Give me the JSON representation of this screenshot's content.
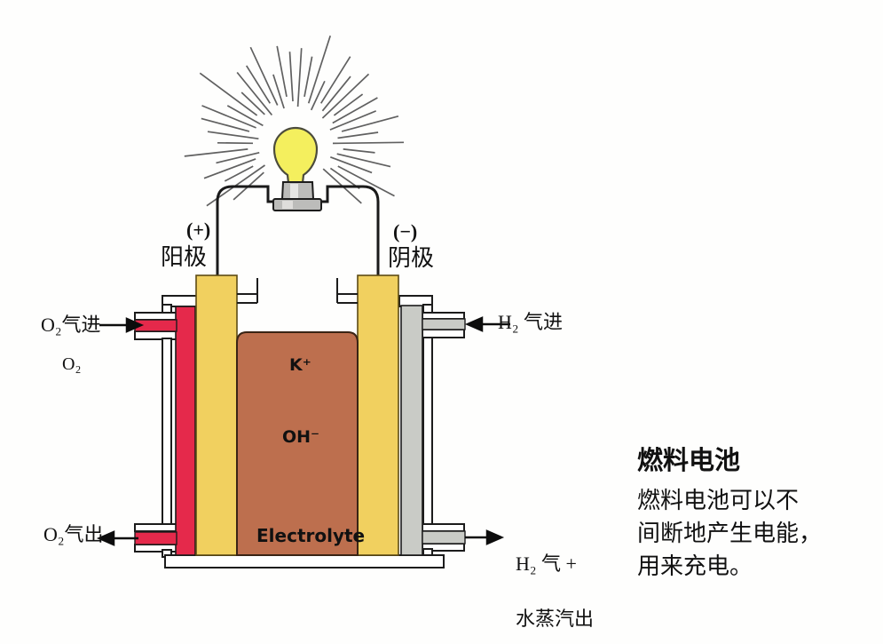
{
  "diagram": {
    "labels": {
      "positive_terminal": "(+)",
      "anode": "阳极",
      "negative_terminal": "(−)",
      "cathode": "阴极",
      "o2_gas_in": "O₂气进",
      "o2": "O₂",
      "o2_gas_out": "O₂气出",
      "h2_gas_in": "H₂ 气进",
      "h2_gas_out_line1": "H₂ 气 +",
      "h2_gas_out_line2": "水蒸汽出",
      "potassium_ion": "K⁺",
      "hydroxide_ion": "OH⁻",
      "electrolyte": "Electrolyte"
    },
    "colors": {
      "oxygen_channel": "#e5294b",
      "electrode": "#f1d05f",
      "electrolyte_fill": "#bd6f4e",
      "hydrogen_channel": "#c9cbc6",
      "bulb": "#f4ef5e",
      "socket": "#bcbcba",
      "outline": "#1c1c1c",
      "rays": "#606060",
      "casing": "#ffffff"
    }
  },
  "caption": {
    "title": "燃料电池",
    "body_line1": "燃料电池可以不",
    "body_line2": "间断地产生电能，",
    "body_line3": "用来充电。"
  }
}
